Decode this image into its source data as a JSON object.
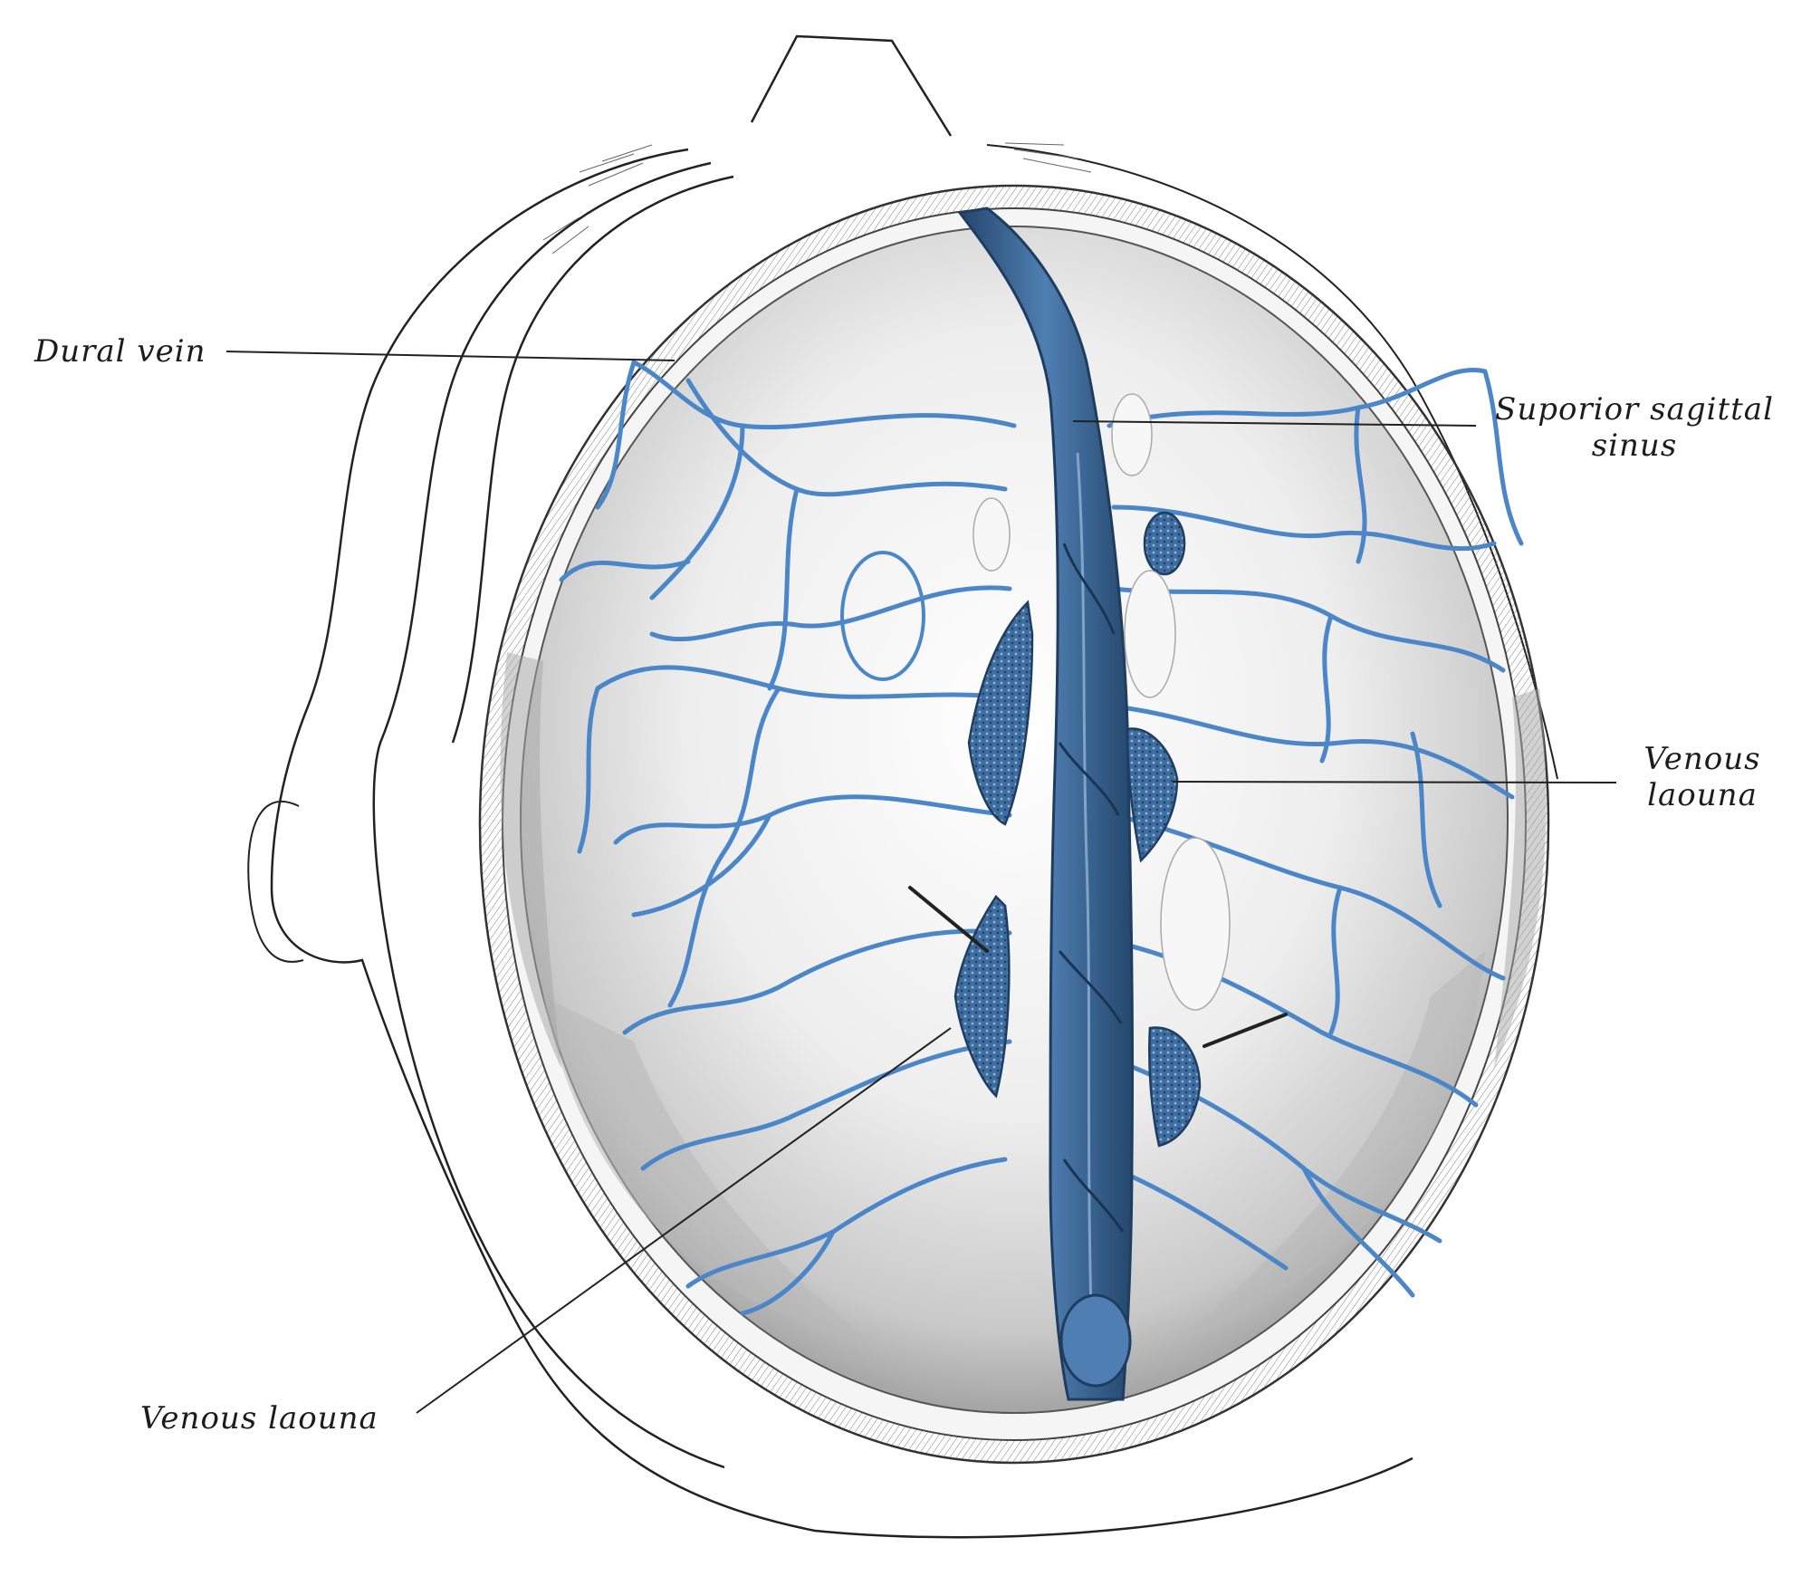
{
  "labels": {
    "dural_vein": "Dural vein",
    "superior_sagittal_sinus_line1": "Suporior sagittal",
    "superior_sagittal_sinus_line2": "sinus",
    "venous_lacuna_right_line1": "Venous",
    "venous_lacuna_right_line2": "laouna",
    "venous_lacuna_bottom": "Venous laouna"
  },
  "colors": {
    "vein_blue": "#4a86c8",
    "sinus_blue": "#3b6a9e",
    "sinus_dark": "#24476d",
    "line_ink": "#222222",
    "cortex_grey": "#e4e4e4",
    "shadow_grey": "#8a8a8a",
    "background": "#ffffff"
  }
}
